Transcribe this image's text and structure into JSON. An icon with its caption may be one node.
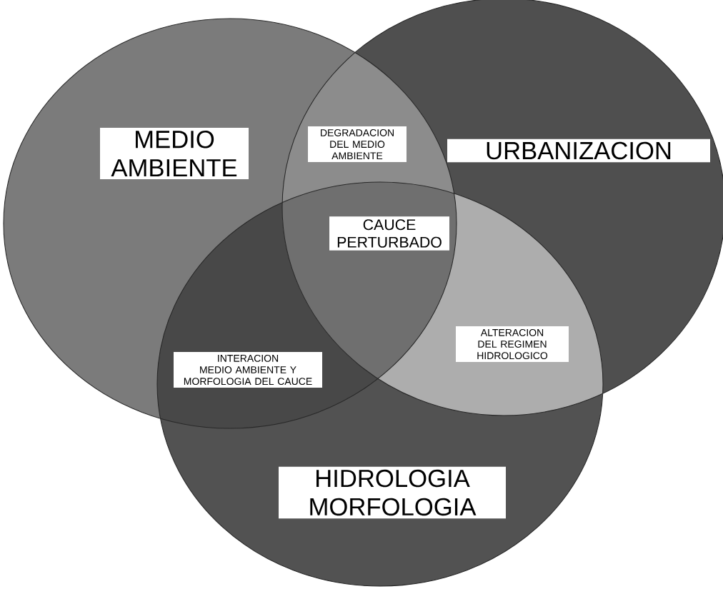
{
  "diagram": {
    "nodes": [
      {
        "text": [
          "MEDIO AMBIENTE"
        ]
      },
      {
        "text": [
          "URBANIZACION"
        ]
      },
      {
        "text": [
          "HIDROLOGIA MORFOLOGIA"
        ]
      },
      {
        "text": [
          "DEGRADACION DEL MEDIO AMBIENTE"
        ]
      },
      {
        "text": [
          "CAUCE PERTURBADO"
        ]
      },
      {
        "text": [
          "INTERACION MEDIO AMBIENTE Y MORFOLOGIA DEL CAUCE"
        ]
      },
      {
        "text": [
          "ALTERACION DEL REGIMEN HIDROLOGICO"
        ]
      }
    ]
  }
}
